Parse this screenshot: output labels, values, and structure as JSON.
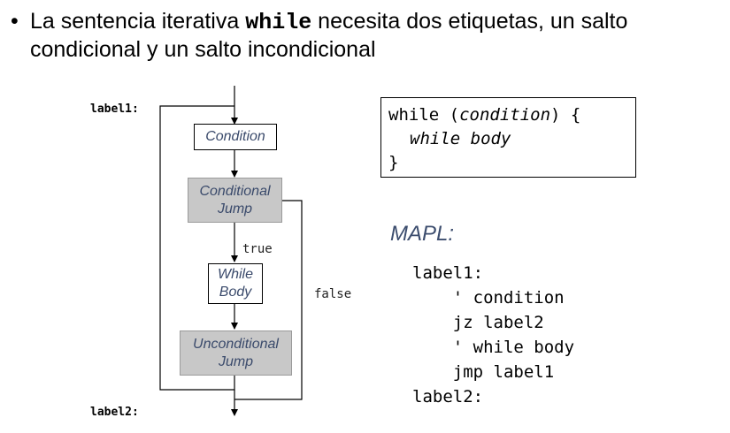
{
  "bullet": {
    "symbol": "•",
    "text_before": "La sentencia iterativa ",
    "keyword": "while",
    "text_after": " necesita dos etiquetas, un salto",
    "line2": "condicional y un salto incondicional"
  },
  "diagram": {
    "label_top": "label1:",
    "label_bottom": "label2:",
    "nodes": {
      "condition": "Condition",
      "conditional_jump": "Conditional Jump",
      "while_body": "While Body",
      "unconditional_jump": "Unconditional Jump"
    },
    "edge_true": "true",
    "edge_false": "false"
  },
  "code_box": {
    "line1_prefix": "while (",
    "line1_cond": "condition",
    "line1_suffix": ") {",
    "line2": "while body",
    "line3": "}"
  },
  "mapl": {
    "title": "MAPL:",
    "lines": [
      "label1:",
      "    ' condition",
      "    jz label2",
      "    ' while body",
      "    jmp label1",
      "label2:"
    ]
  }
}
